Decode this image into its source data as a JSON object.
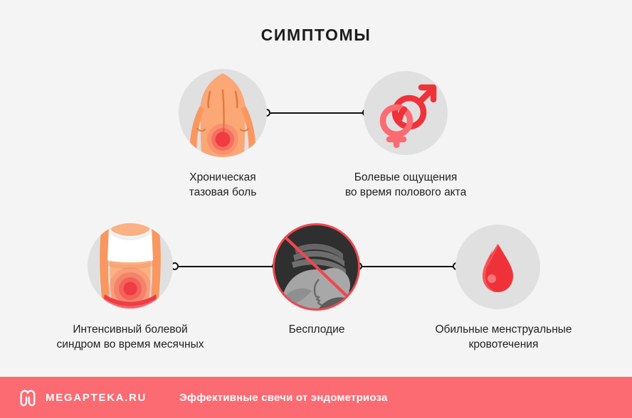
{
  "page": {
    "title": "СИМПТОМЫ",
    "background_color": "#f4f4f4",
    "accent_color": "#fc6a72",
    "disc_color": "#e0e0e0",
    "line_color": "#101010"
  },
  "symptoms": [
    {
      "id": "chronic-pelvic-pain",
      "label": "Хроническая\nтазовая боль",
      "icon": "lower-back-pain-icon"
    },
    {
      "id": "painful-intercourse",
      "label": "Болевые ощущения\nво время полового акта",
      "icon": "gender-symbols-icon"
    },
    {
      "id": "severe-menstrual-pain",
      "label": "Интенсивный болевой\nсиндром во время месячных",
      "icon": "abdominal-pain-icon"
    },
    {
      "id": "infertility",
      "label": "Бесплодие",
      "icon": "no-pregnancy-ultrasound-icon"
    },
    {
      "id": "heavy-bleeding",
      "label": "Обильные менструальные\nкровотечения",
      "icon": "blood-drop-icon"
    }
  ],
  "footer": {
    "logo_icon": "megapteka-m-logo-icon",
    "brand": "MEGAPTEKA.RU",
    "tagline": "Эффективные свечи от эндометриоза",
    "background_color": "#fc6a72",
    "text_color": "#ffffff"
  }
}
